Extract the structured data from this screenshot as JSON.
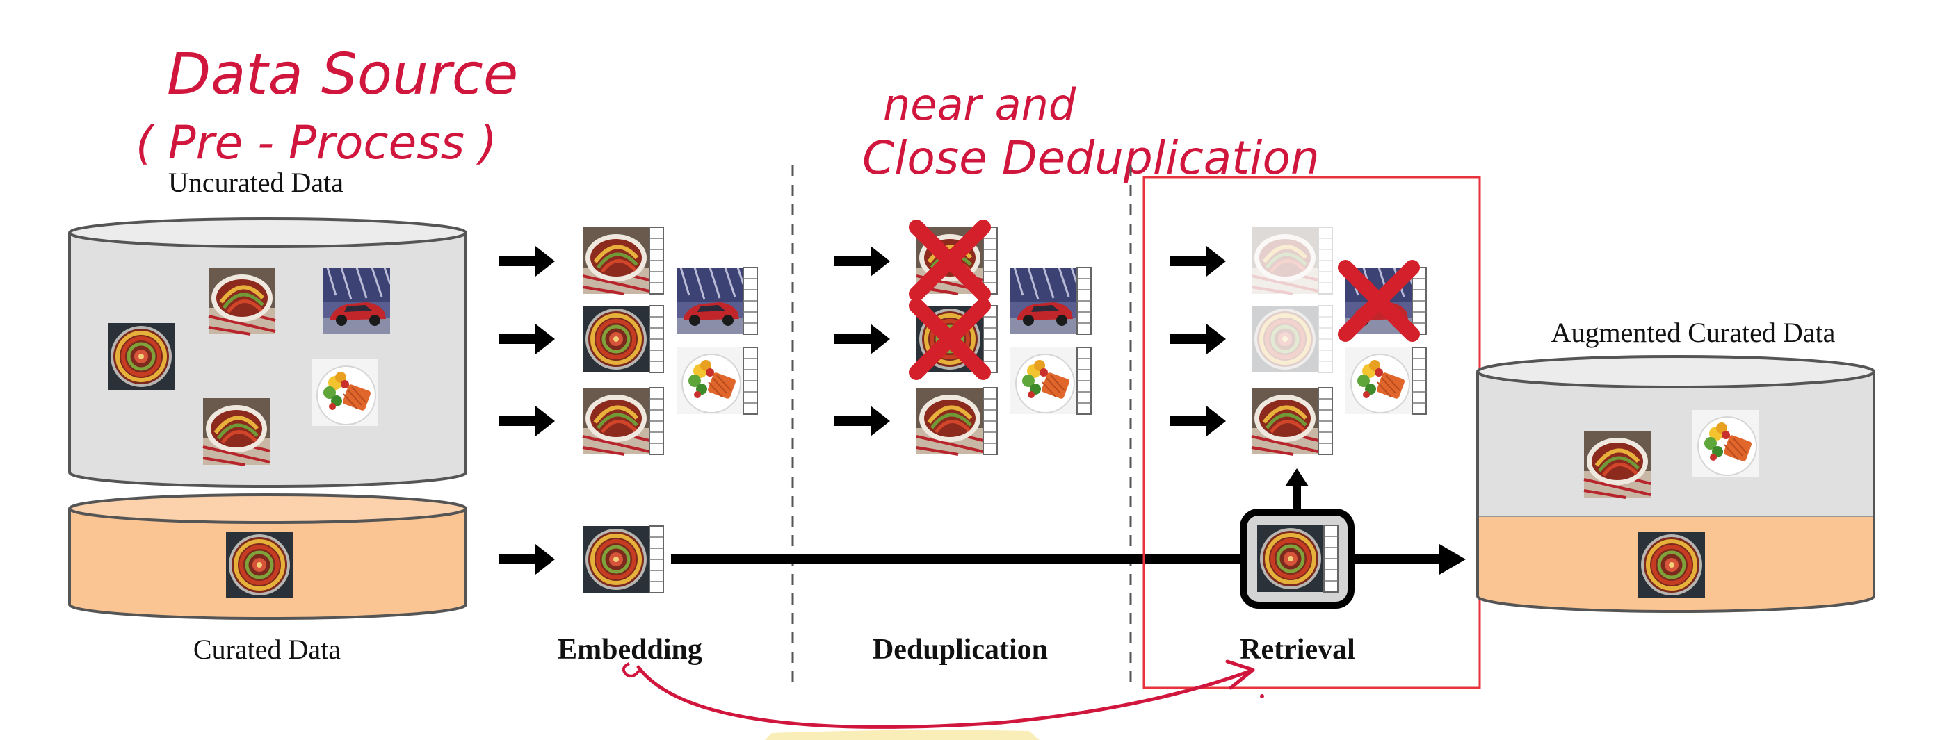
{
  "annotations": {
    "data_source_line1": "Data Source",
    "data_source_line2": "( Pre - Process )",
    "dedup_note_line1": "near and",
    "dedup_note_line2": "Close Deduplication"
  },
  "stores": {
    "uncurated": "Uncurated Data",
    "curated": "Curated Data",
    "augmented": "Augmented Curated Data"
  },
  "stages": {
    "embedding": "Embedding",
    "deduplication": "Deduplication",
    "retrieval": "Retrieval"
  },
  "colors": {
    "gray_fill": "#e0e0e0",
    "orange_fill": "#fbc593",
    "ink_red": "#d0163d",
    "x_red": "#d3202a",
    "highlight_box": "#e8323c"
  },
  "icons": {
    "food_round": "ratatouille-plate-image",
    "food_oval": "ratatouille-dish-image",
    "food_salad": "salad-plate-image",
    "car": "sports-car-image",
    "cross": "red-x-icon",
    "arrow": "right-arrow-icon"
  }
}
